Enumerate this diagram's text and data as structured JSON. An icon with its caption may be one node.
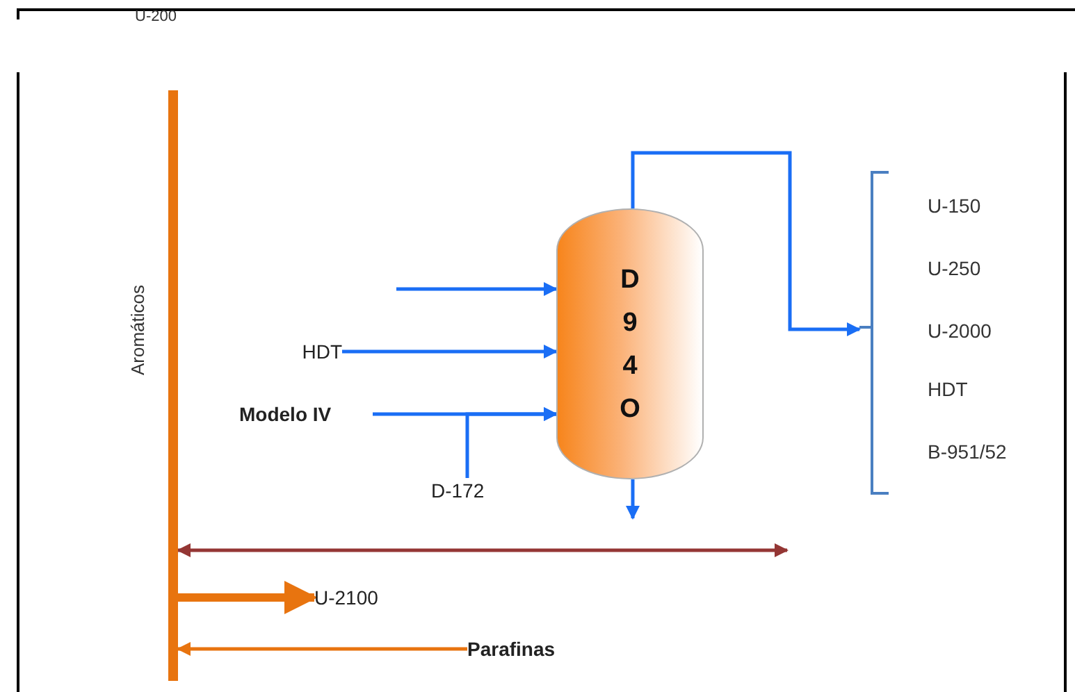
{
  "diagram": {
    "nodes": [
      {
        "text": [],
        "shape": "bar",
        "beside": [
          "Aromáticos"
        ]
      },
      {
        "text": [
          "HDT"
        ]
      },
      {
        "text": [
          "Modelo IV"
        ]
      },
      {
        "text": [
          "D-172"
        ]
      },
      {
        "text": [
          "D 9 4 O"
        ]
      },
      {
        "text": [],
        "shape": "bracket"
      },
      {
        "text": [
          "U-150"
        ],
        "in": 5
      },
      {
        "text": [
          "U-250"
        ],
        "in": 5
      },
      {
        "text": [
          "U-2000"
        ],
        "in": 5
      },
      {
        "text": [
          "HDT"
        ],
        "in": 5
      },
      {
        "text": [
          "B-951/52"
        ],
        "in": 5
      },
      {
        "text": [
          "U-2100"
        ]
      },
      {
        "text": [
          "Parafinas"
        ]
      }
    ],
    "edges": [
      {
        "from": null,
        "to": 4,
        "arrow": "to"
      },
      {
        "from": 1,
        "to": 4,
        "arrow": "to"
      },
      {
        "from": 2,
        "to": 4,
        "arrow": "to"
      },
      {
        "from": 3,
        "to": 4,
        "arrow": "to"
      },
      {
        "from": 4,
        "to": 5,
        "arrow": "to"
      },
      {
        "from": 4,
        "to": null,
        "arrow": "to"
      },
      {
        "from": 0,
        "to": null,
        "arrow": "both",
        "color": "#943634"
      },
      {
        "from": 0,
        "to": 11,
        "arrow": "to",
        "style": "thick",
        "color": "#e8740f"
      },
      {
        "from": 12,
        "to": 0,
        "arrow": "to",
        "color": "#e8740f"
      }
    ],
    "labels": [
      "U-200"
    ]
  }
}
